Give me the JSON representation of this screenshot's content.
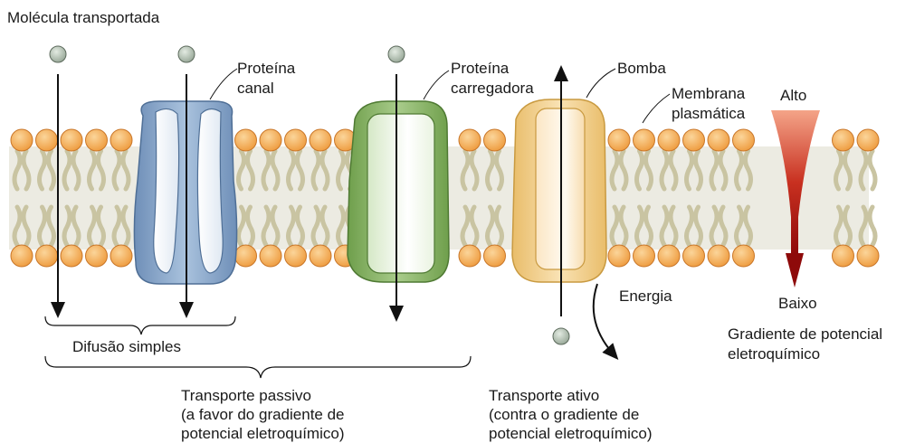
{
  "labels": {
    "molecule": "Molécula transportada",
    "channel_line1": "Proteína",
    "channel_line2": "canal",
    "carrier_line1": "Proteína",
    "carrier_line2": "carregadora",
    "pump": "Bomba",
    "membrane_line1": "Membrana",
    "membrane_line2": "plasmática",
    "high": "Alto",
    "low": "Baixo",
    "energy": "Energia",
    "gradient_line1": "Gradiente de potencial",
    "gradient_line2": "eletroquímico",
    "simple_diffusion": "Difusão simples",
    "passive_line1": "Transporte passivo",
    "passive_line2": "(a favor do gradiente de",
    "passive_line3": "potencial eletroquímico)",
    "active_line1": "Transporte ativo",
    "active_line2": "(contra o gradiente de",
    "active_line3": "potencial eletroquímico)"
  },
  "colors": {
    "head": "#f4a94e",
    "tail": "#c9c4a2",
    "membrane_bg": "#ecebe2",
    "channel": "#7f9fc4",
    "carrier": "#8ab46a",
    "pump": "#f2d08c",
    "molecule": "#b9c5b8",
    "gradient_top": "#f08a6a",
    "gradient_bottom": "#9e1010"
  }
}
